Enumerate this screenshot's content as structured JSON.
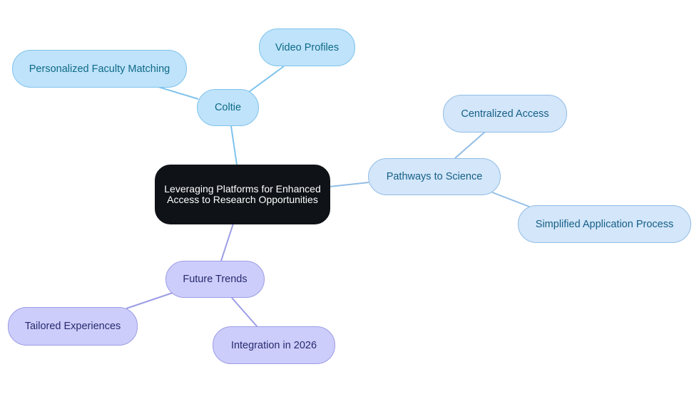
{
  "root": {
    "label": "Leveraging Platforms for Enhanced Access to Research Opportunities"
  },
  "branches": [
    {
      "key": "coltie",
      "label": "Coltie",
      "color": "#7ec3ec",
      "children": [
        {
          "key": "personalized",
          "label": "Personalized Faculty Matching"
        },
        {
          "key": "video",
          "label": "Video Profiles"
        }
      ]
    },
    {
      "key": "pathways",
      "label": "Pathways to Science",
      "color": "#92bde5",
      "children": [
        {
          "key": "centralized",
          "label": "Centralized Access"
        },
        {
          "key": "simplified",
          "label": "Simplified Application Process"
        }
      ]
    },
    {
      "key": "future",
      "label": "Future Trends",
      "color": "#9c9ce6",
      "children": [
        {
          "key": "tailored",
          "label": "Tailored Experiences"
        },
        {
          "key": "integration",
          "label": "Integration in 2026"
        }
      ]
    }
  ]
}
